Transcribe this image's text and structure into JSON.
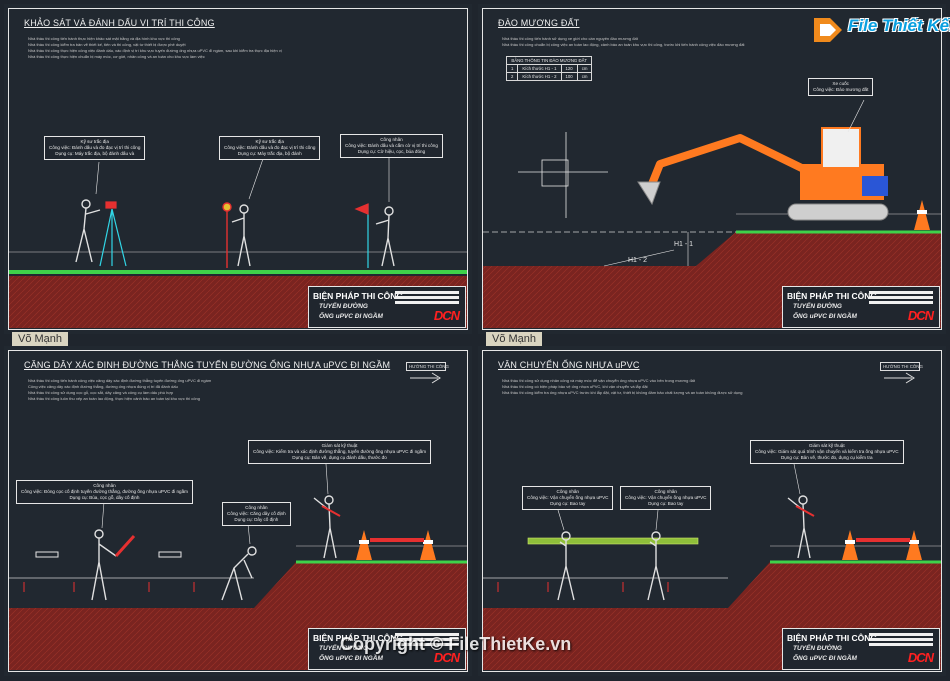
{
  "panels": [
    {
      "title": "KHẢO SÁT VÀ ĐÁNH DẤU VỊ TRÍ THI CÔNG",
      "notes": [
        "Nhà thầu thi công tiến hành thực hiện khảo sát mặt bằng và địa hình khu vực thi công",
        "Nhà thầu thi công kiểm tra bản vẽ thiết kế, tiến và thi công, vật tư thiết bị được phê duyệt",
        "Nhà thầu thi công thực hiện công việc đánh dấu, xác định vị trí khu vực tuyến đường ống nhựa uPVC đi ngầm, sau khi kiểm tra thực địa hiện vị",
        "Nhà thầu thi công thực hiện chuẩn bị máy móc, cơ giới, nhân công và an toàn cho khu vực làm việc"
      ],
      "callouts": [
        {
          "lines": [
            "Kỹ sư trắc địa",
            "Công việc: Đánh dấu và đo đạc vị trí thi công",
            "Dụng cụ: Máy trắc địa, bộ đánh dấu và"
          ]
        },
        {
          "lines": [
            "Kỹ sư trắc địa",
            "Công việc: Đánh dấu và đo đạc vị trí thi công",
            "Dụng cụ: Máy trắc địa, bộ đánh"
          ]
        },
        {
          "lines": [
            "Công nhân",
            "Công việc: Đánh dấu và cắm cờ vị trí thi công",
            "Dụng cụ: Cờ hiệu, cọc, búa đóng"
          ]
        }
      ]
    },
    {
      "title": "ĐÀO MƯƠNG ĐẤT",
      "notes": [
        "Nhà thầu thi công tiến hành sử dụng xe giới cho cần nguyên đào mương đất",
        "Nhà thầu thi công chuẩn bị công việc an toàn lao động, cảnh báo an toàn khu vực thi công, trước khi tiến hành công việc đào mương đất"
      ],
      "table_title": "BẢNG THÔNG TIN ĐÀO MƯƠNG ĐẤT",
      "table_rows": [
        [
          "1",
          "Kích thước H1 - 1",
          "120",
          "cm"
        ],
        [
          "2",
          "Kích thước H1 - 2",
          "100",
          "cm"
        ]
      ],
      "callouts": [
        {
          "lines": [
            "Xe cuốc",
            "Công việc: Đào mương đất"
          ]
        }
      ],
      "dims": [
        "H1 - 1",
        "H1 - 2"
      ]
    },
    {
      "title": "CĂNG DÂY XÁC ĐỊNH ĐƯỜNG THẲNG TUYẾN ĐƯỜNG ỐNG NHỰA uPVC ĐI NGẦM",
      "notes": [
        "Nhà thầu thi công tiến hành công việc căng dây xác định đường thẳng tuyến đường ống uPVC đi ngầm",
        "Công việc căng dây xác định đường thẳng, đường ống nhựa đúng vị trí đã đánh dấu",
        "Nhà thầu thi công sử dụng cọc gỗ, cọc sắt, dây căng và công cụ làm dấu phù hợp",
        "Nhà thầu thi công luôn thu xếp an toàn lao động, thực hiện cảnh báo an toàn tại khu vực thi công"
      ],
      "direction": "HƯỚNG THI CÔNG",
      "callouts": [
        {
          "lines": [
            "Công nhân",
            "Công việc: Đóng cọc cố định tuyến đường thẳng, đường ống nhựa uPVC đi ngầm",
            "Dụng cụ: Búa, cọc gỗ, dây cố định"
          ]
        },
        {
          "lines": [
            "Công nhân",
            "Công việc: Căng dây cố định",
            "Dụng cụ: Dây cố định"
          ]
        },
        {
          "lines": [
            "Giám sát kỹ thuật",
            "Công việc: Kiểm tra và xác định đường thẳng, tuyến đường ống nhựa uPVC đi ngầm",
            "Dụng cụ: Bản vẽ, dụng cụ đánh dấu, thước đo"
          ]
        }
      ]
    },
    {
      "title": "VẬN CHUYỂN ỐNG NHỰA uPVC",
      "notes": [
        "Nhà thầu thi công sử dụng nhân công và máy móc để vận chuyển ống nhựa uPVC vào bên trong mương đất",
        "Nhà thầu thi công có biện pháp bảo vệ ống nhựa uPVC, khi vận chuyển và lắp đặt",
        "Nhà thầu thi công kiểm tra ống nhựa uPVC trước khi lắp đặt, vật tư, thiết bị không đảm bảo chất lượng và an toàn không được sử dụng"
      ],
      "direction": "HƯỚNG THI CÔNG",
      "callouts": [
        {
          "lines": [
            "Công nhân",
            "Công việc: Vận chuyển ống nhựa uPVC",
            "Dụng cụ: Bao tay"
          ]
        },
        {
          "lines": [
            "Công nhân",
            "Công việc: Vận chuyển ống nhựa uPVC",
            "Dụng cụ: Bao tay"
          ]
        },
        {
          "lines": [
            "Giám sát kỹ thuật",
            "Công việc: Giám sát quá trình vận chuyển và kiểm tra ống nhựa uPVC",
            "Dụng cụ: Bản vẽ, thước đo, dụng cụ kiểm tra"
          ]
        }
      ]
    }
  ],
  "title_block": {
    "main": "BIỆN PHÁP THI CÔNG",
    "line1": "TUYẾN ĐƯỜNG",
    "line2": "ỐNG uPVC ĐI NGẦM",
    "logo": "DCN"
  },
  "author_tag": "Võ Mạnh",
  "site_logo": "File Thiết Kế.vn",
  "copyright": "Copyright © FileThietKe.vn",
  "colors": {
    "background": "#1f252d",
    "soil": "#7a2420",
    "ground_line": "#3fd24a",
    "excavator": "#ff7a20",
    "accent_red": "#ff2020"
  }
}
